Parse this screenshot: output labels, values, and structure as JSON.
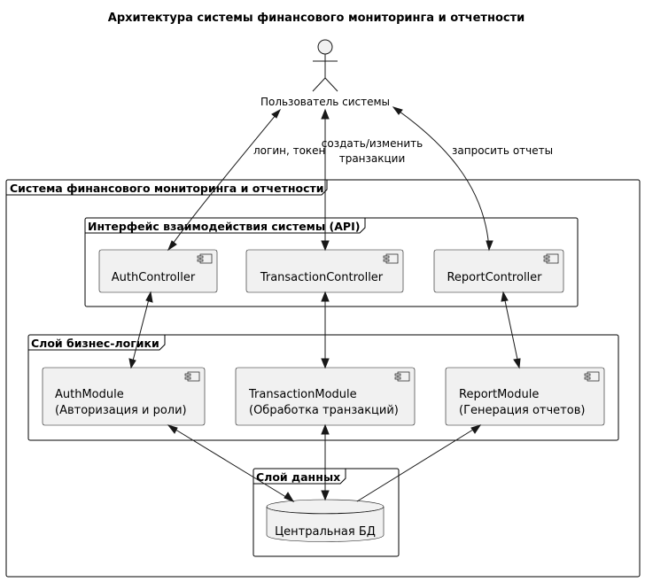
{
  "title": "Архитектура системы финансового мониторинга и отчетности",
  "actor": {
    "name": "Пользователь системы"
  },
  "frames": {
    "system": "Система финансового мониторинга и отчетности",
    "api": "Интерфейс взаимодействия системы (API)",
    "business": "Слой бизнес-логики",
    "data": "Слой данных"
  },
  "components": {
    "auth_controller": "AuthController",
    "transaction_controller": "TransactionController",
    "report_controller": "ReportController",
    "auth_module": {
      "line1": "AuthModule",
      "line2": "(Авторизация и роли)"
    },
    "transaction_module": {
      "line1": "TransactionModule",
      "line2": "(Обработка транзакций)"
    },
    "report_module": {
      "line1": "ReportModule",
      "line2": "(Генерация отчетов)"
    }
  },
  "database": "Центральная БД",
  "edge_labels": {
    "login": "логин, токен",
    "create_line1": "создать/изменить",
    "create_line2": "транзакции",
    "reports": "запросить отчеты"
  }
}
